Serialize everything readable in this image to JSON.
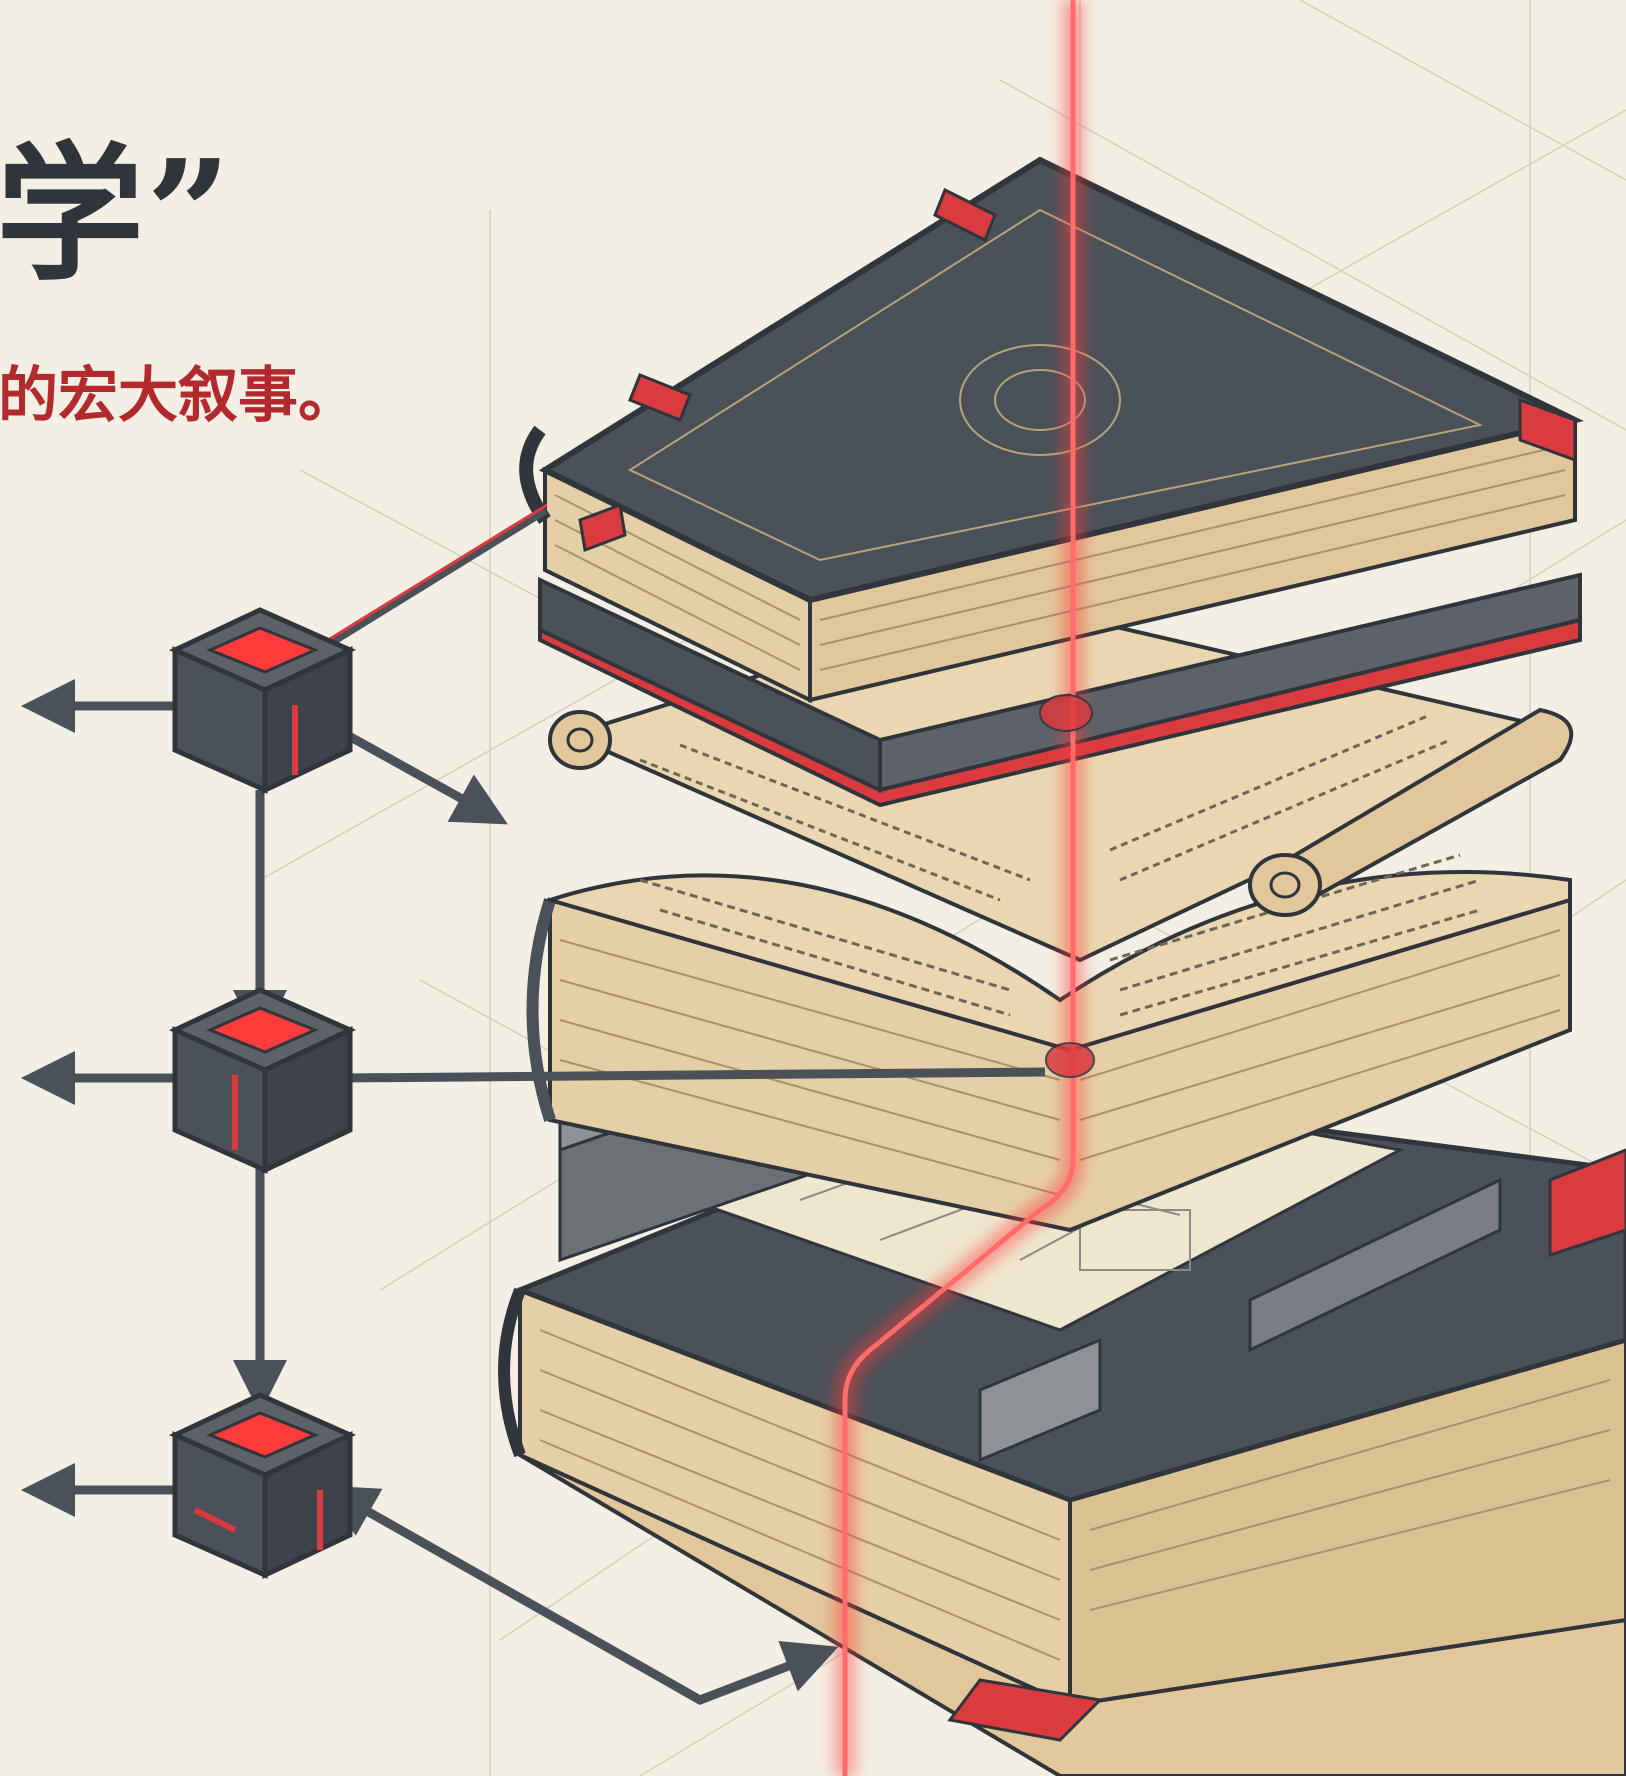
{
  "headline": {
    "title": "学”",
    "subtitle": "的宏大叙事。"
  },
  "colors": {
    "background": "#f3efe4",
    "ink": "#2f353a",
    "accent_red": "#d93b3f",
    "laser_red": "#ff3b3b",
    "cover_gray": "#4b5158",
    "page_tan": "#e5cfa6",
    "scroll_tan": "#ead7b1"
  },
  "diagram": {
    "subject": "stack-of-books-with-red-laser-axis",
    "nodes": [
      {
        "name": "node-top",
        "shape": "cube-red-core-icon"
      },
      {
        "name": "node-middle",
        "shape": "cube-red-core-icon"
      },
      {
        "name": "node-bottom",
        "shape": "cube-red-core-icon"
      }
    ],
    "layers": [
      {
        "name": "top-book",
        "icon": "closed-book-icon"
      },
      {
        "name": "scroll-layer",
        "icon": "scroll-icon"
      },
      {
        "name": "open-book",
        "icon": "open-book-icon"
      },
      {
        "name": "blueprint-book",
        "icon": "blueprint-book-icon"
      }
    ]
  }
}
